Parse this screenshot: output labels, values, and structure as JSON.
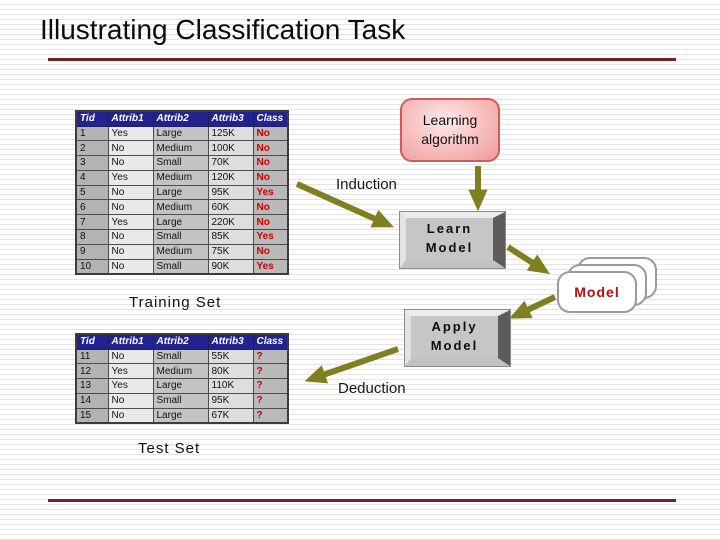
{
  "title": "Illustrating Classification Task",
  "colors": {
    "title_rule_maroon": "#6e2424",
    "arrow_olive": "#7f7f1f",
    "table_header_navy": "#232390",
    "class_value_red": "#cc0000",
    "model_text_red": "#b01111",
    "learning_box_pink": "#f7bcbc",
    "learning_box_border": "#cf5b5b",
    "button_gray": "#c6c6c6"
  },
  "training_table": {
    "label": "Training Set",
    "headers": [
      "Tid",
      "Attrib1",
      "Attrib2",
      "Attrib3",
      "Class"
    ],
    "rows": [
      [
        "1",
        "Yes",
        "Large",
        "125K",
        "No"
      ],
      [
        "2",
        "No",
        "Medium",
        "100K",
        "No"
      ],
      [
        "3",
        "No",
        "Small",
        "70K",
        "No"
      ],
      [
        "4",
        "Yes",
        "Medium",
        "120K",
        "No"
      ],
      [
        "5",
        "No",
        "Large",
        "95K",
        "Yes"
      ],
      [
        "6",
        "No",
        "Medium",
        "60K",
        "No"
      ],
      [
        "7",
        "Yes",
        "Large",
        "220K",
        "No"
      ],
      [
        "8",
        "No",
        "Small",
        "85K",
        "Yes"
      ],
      [
        "9",
        "No",
        "Medium",
        "75K",
        "No"
      ],
      [
        "10",
        "No",
        "Small",
        "90K",
        "Yes"
      ]
    ]
  },
  "test_table": {
    "label": "Test Set",
    "headers": [
      "Tid",
      "Attrib1",
      "Attrib2",
      "Attrib3",
      "Class"
    ],
    "rows": [
      [
        "11",
        "No",
        "Small",
        "55K",
        "?"
      ],
      [
        "12",
        "Yes",
        "Medium",
        "80K",
        "?"
      ],
      [
        "13",
        "Yes",
        "Large",
        "110K",
        "?"
      ],
      [
        "14",
        "No",
        "Small",
        "95K",
        "?"
      ],
      [
        "15",
        "No",
        "Large",
        "67K",
        "?"
      ]
    ]
  },
  "nodes": {
    "learning_algorithm": {
      "line1": "Learning",
      "line2": "algorithm"
    },
    "learn_model": {
      "line1": "Learn",
      "line2": "Model"
    },
    "apply_model": {
      "line1": "Apply",
      "line2": "Model"
    },
    "model": {
      "label": "Model"
    }
  },
  "edges": {
    "induction_label": "Induction",
    "deduction_label": "Deduction"
  }
}
